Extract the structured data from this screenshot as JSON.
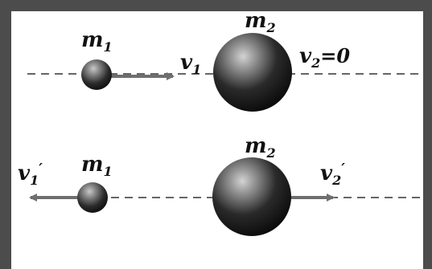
{
  "before": {
    "m1": {
      "base": "m",
      "sub": "1"
    },
    "m2": {
      "base": "m",
      "sub": "2"
    },
    "v1": {
      "base": "v",
      "sub": "1"
    },
    "v2": {
      "base": "v",
      "sub": "2",
      "suffix": "=0"
    }
  },
  "after": {
    "m1": {
      "base": "m",
      "sub": "1"
    },
    "m2": {
      "base": "m",
      "sub": "2"
    },
    "v1p": {
      "base": "v",
      "sub": "1",
      "prime": "′"
    },
    "v2p": {
      "base": "v",
      "sub": "2",
      "prime": "′"
    }
  },
  "caption": "",
  "colors": {
    "arrow": "#6f6f6f",
    "dashed_line": "#333333",
    "frame": "#4c4c4c"
  }
}
